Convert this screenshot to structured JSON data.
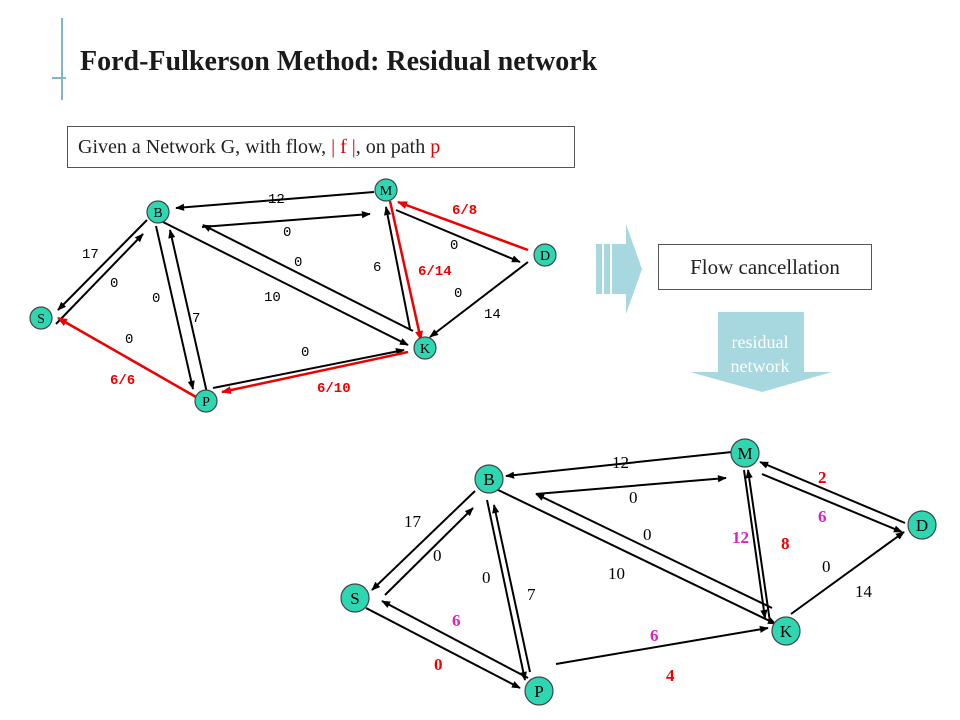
{
  "title": "Ford-Fulkerson Method: Residual network",
  "given": {
    "prefix": "Given a Network G, with flow, ",
    "flow": "| f |",
    "mid": ",  on path ",
    "path": "p"
  },
  "flow_cancellation": "Flow cancellation",
  "residual_label": [
    "residual",
    "network"
  ],
  "colors": {
    "node_fill": "#2fd6b2",
    "red": "#ee0000",
    "magenta": "#e020c0",
    "arrow_fill": "#a8d8df"
  },
  "top_graph": {
    "nodes": [
      "B",
      "M",
      "D",
      "S",
      "K",
      "P"
    ],
    "labels": [
      "12",
      "0",
      "0",
      "6",
      "6/8",
      "0",
      "6/14",
      "17",
      "0",
      "0",
      "10",
      "0",
      "7",
      "0",
      "14",
      "0",
      "6/6",
      "6/10"
    ]
  },
  "bottom_graph": {
    "nodes": [
      "B",
      "M",
      "D",
      "S",
      "K",
      "P"
    ],
    "labels": [
      "12",
      "2",
      "0",
      "6",
      "0",
      "17",
      "12",
      "8",
      "0",
      "0",
      "10",
      "0",
      "7",
      "14",
      "6",
      "6",
      "0",
      "4"
    ]
  }
}
